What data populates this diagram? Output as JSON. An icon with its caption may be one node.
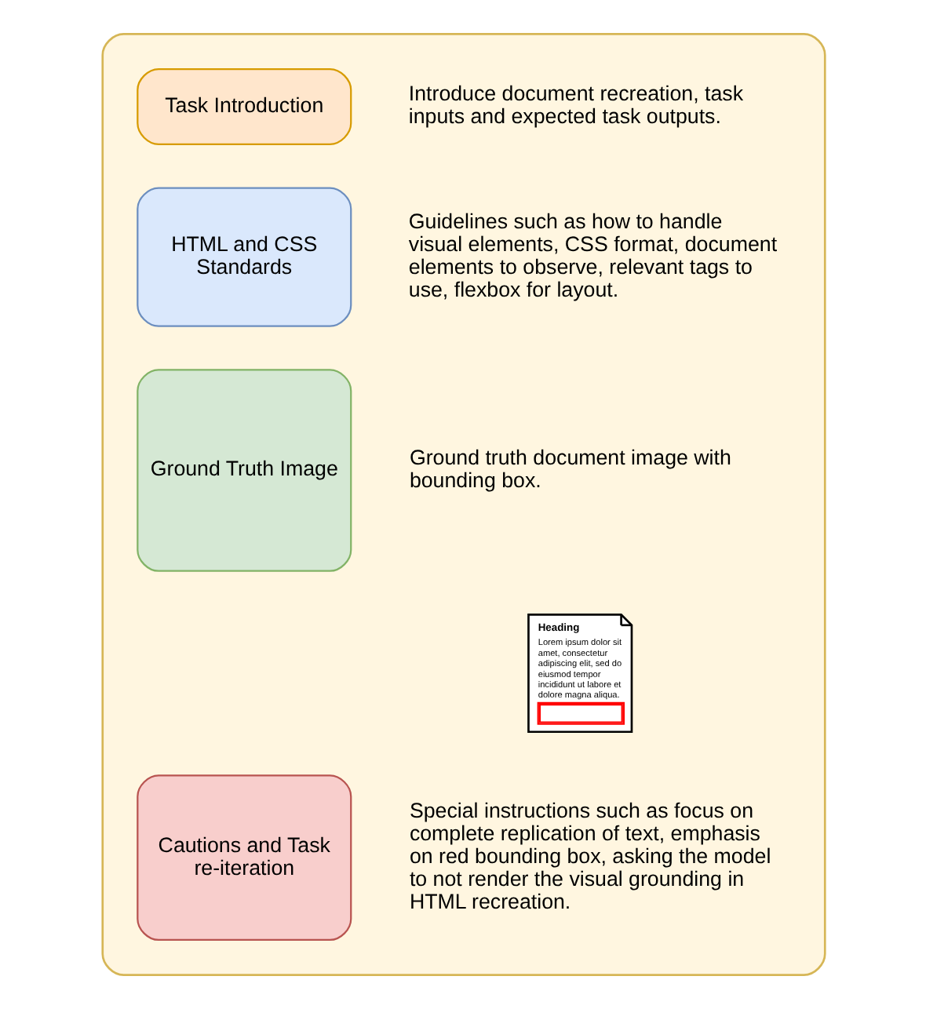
{
  "diagram": {
    "nodes": [
      {
        "text": [],
        "shape": "box"
      },
      {
        "text": [
          "Task Introduction"
        ],
        "in": 0,
        "beside": [
          "Introduce document recreation, task inputs and expected task outputs."
        ]
      },
      {
        "text": [
          "HTML and CSS Standards"
        ],
        "in": 0,
        "beside": [
          "Guidelines such as how to handle visual elements, CSS format, document elements to observe, relevant tags to use, flexbox for layout."
        ]
      },
      {
        "text": [
          "Ground Truth Image"
        ],
        "in": 0,
        "beside": [
          "Ground truth document image with bounding box."
        ]
      },
      {
        "text": [
          "Heading",
          "Lorem ipsum dolor sit amet, consectetur adipiscing elit, sed do eiusmod tempor incididunt ut labore et dolore magna aliqua."
        ],
        "in": 0
      },
      {
        "text": [
          "Cautions and Task re-iteration"
        ],
        "in": 0,
        "beside": [
          "Special instructions such as focus on complete replication of text, emphasis on red bounding box, asking the model to not render the visual grounding in HTML recreation."
        ]
      }
    ]
  }
}
